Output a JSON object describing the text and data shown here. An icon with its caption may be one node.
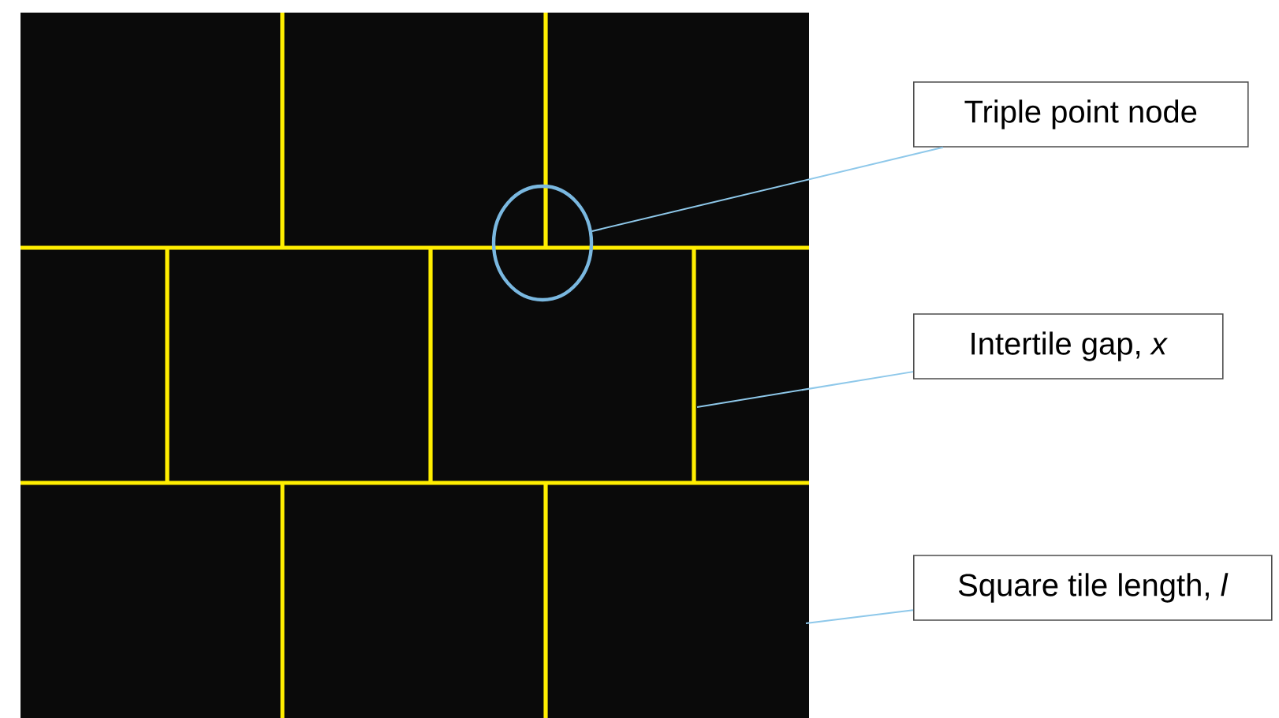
{
  "diagram": {
    "nodes": [
      {
        "text": [
          "Triple point node"
        ]
      },
      {
        "text": [],
        "shape": "circle"
      },
      {
        "text": [
          "Intertile gap, *x*"
        ]
      },
      {
        "text": [
          "Square tile length, *l*"
        ]
      }
    ],
    "edges": [
      {
        "from": 0,
        "to": 1,
        "arrow": "none"
      },
      {
        "from": 2,
        "to": null,
        "arrow": "none"
      },
      {
        "from": 3,
        "to": null,
        "arrow": "none"
      }
    ]
  }
}
